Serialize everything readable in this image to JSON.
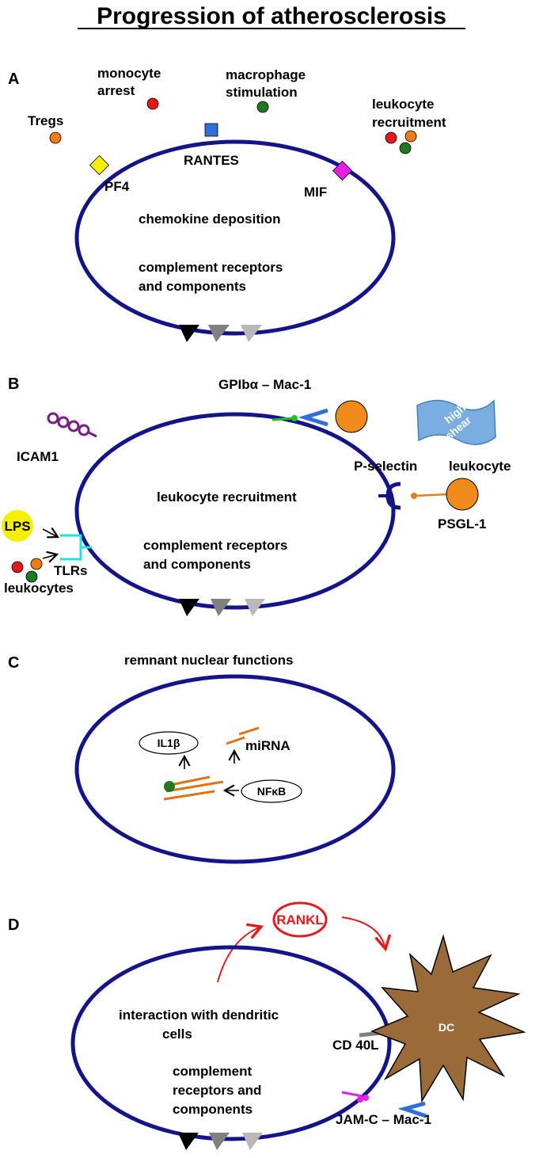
{
  "title": "Progression of atherosclerosis",
  "panels": {
    "a": {
      "letter": "A",
      "monocyte_arrest": [
        "monocyte",
        "arrest"
      ],
      "macrophage_stimulation": [
        "macrophage",
        "stimulation"
      ],
      "tregs": "Tregs",
      "leukocyte_recruitment": [
        "leukocyte",
        "recruitment"
      ],
      "rantes": "RANTES",
      "pf4": "PF4",
      "mif": "MIF",
      "chemokine_deposition": "chemokine deposition",
      "complement": [
        "complement receptors",
        "and components"
      ]
    },
    "b": {
      "letter": "B",
      "gpib": "GPIbα – Mac-1",
      "high_shear": [
        "high",
        "shear"
      ],
      "icam1": "ICAM1",
      "p_selectin": "P-selectin",
      "leukocyte": "leukocyte",
      "leukocyte_recruitment": "leukocyte recruitment",
      "lps": "LPS",
      "psgl1": "PSGL-1",
      "complement": [
        "complement receptors",
        "and components"
      ],
      "tlrs": "TLRs",
      "leukocytes": "leukocytes"
    },
    "c": {
      "letter": "C",
      "remnant": "remnant nuclear functions",
      "il1b": "IL1β",
      "mirna": "miRNA",
      "nfkb": "NFκB"
    },
    "d": {
      "letter": "D",
      "rankl": "RANKL",
      "interaction": [
        "interaction with dendritic",
        "cells"
      ],
      "dc": "DC",
      "cd40l": "CD 40L",
      "complement": [
        "complement",
        "receptors and",
        "components"
      ],
      "jamc": "JAM-C – Mac-1"
    }
  },
  "colors": {
    "membrane": "#14148a",
    "red": "#e21a1a",
    "green": "#1f7a1f",
    "orange": "#f07d14",
    "yellow": "#f5f000",
    "blue": "#2e6fd8",
    "magenta": "#e61ee6",
    "purple": "#7a1f8a",
    "cyan": "#22e0f0",
    "brown": "#8b5a2b",
    "dc_fill": "#9a6a38"
  }
}
